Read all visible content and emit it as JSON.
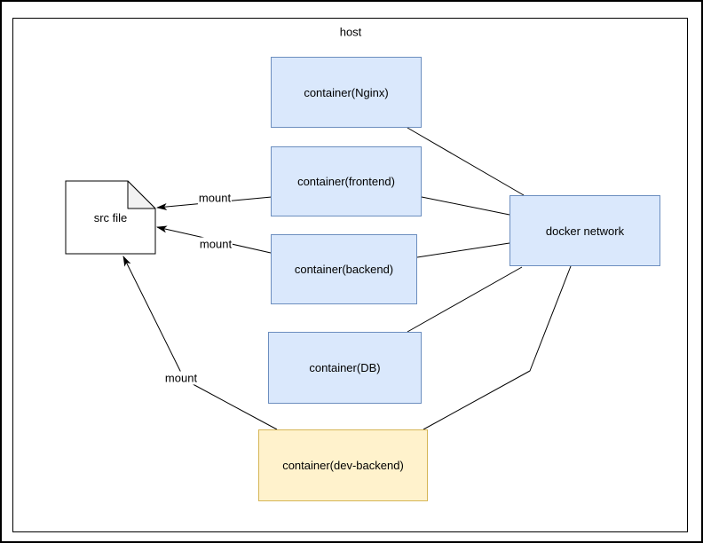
{
  "diagram": {
    "host_label": "host",
    "containers": {
      "nginx": "container(Nginx)",
      "frontend": "container(frontend)",
      "backend": "container(backend)",
      "db": "container(DB)",
      "dev_backend": "container(dev-backend)",
      "network": "docker network",
      "src_file": "src file"
    },
    "edge_labels": {
      "mount_frontend": "mount",
      "mount_backend": "mount",
      "mount_dev": "mount"
    },
    "colors": {
      "container_fill": "#dae8fc",
      "container_stroke": "#6c8ebf",
      "dev_container_fill": "#fff2cc",
      "dev_container_stroke": "#d6b656",
      "file_fill": "#ffffff",
      "file_fold_fill": "#f2f2f2",
      "line": "#000000",
      "text": "#000000",
      "background": "#ffffff"
    }
  }
}
